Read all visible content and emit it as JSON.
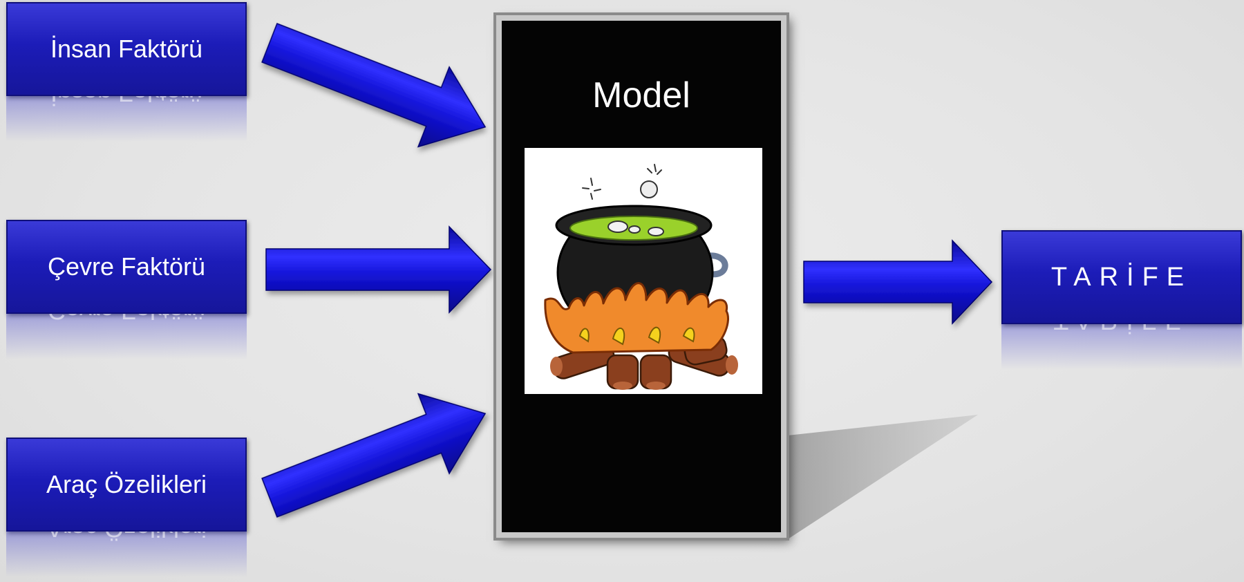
{
  "inputs": [
    {
      "label": "İnsan Faktörü"
    },
    {
      "label": "Çevre Faktörü"
    },
    {
      "label": "Araç Özelikleri"
    }
  ],
  "model": {
    "title": "Model",
    "image": "boiling-cauldron-over-fire"
  },
  "output": {
    "label": "TARİFE"
  },
  "colors": {
    "box_blue": "#1c1cb8",
    "arrow_blue": "#1010c8",
    "panel_black": "#040404",
    "background": "#e6e6e6"
  }
}
